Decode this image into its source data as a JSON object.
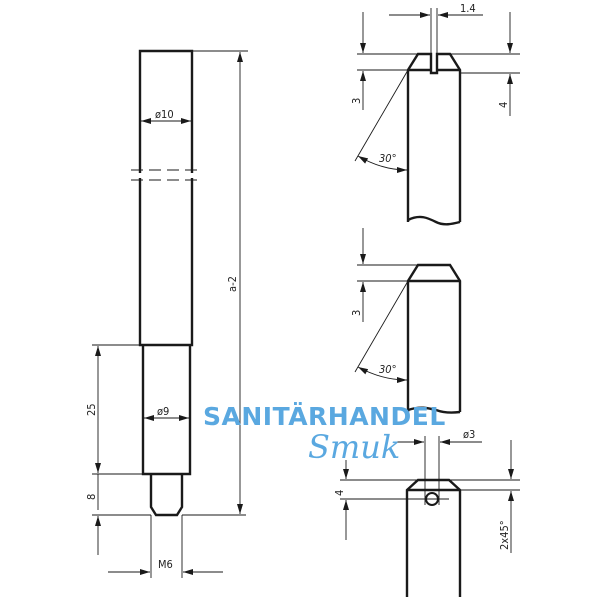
{
  "drawing": {
    "type": "technical-drawing",
    "subject": "pin with threaded end and tip variants",
    "main_view": {
      "dimensions": {
        "diameter_upper": "ø10",
        "diameter_lower": "ø9",
        "length_lower": "25",
        "thread_length": "8",
        "thread": "M6",
        "overall_length": "a-2"
      }
    },
    "detail_slot": {
      "slot_width": "1.4",
      "chamfer_height": "3",
      "slot_depth": "4",
      "angle": "30°"
    },
    "detail_chamfer": {
      "chamfer_height": "3",
      "angle": "30°"
    },
    "detail_hole": {
      "hole_diameter": "ø3",
      "hole_position": "4",
      "chamfer": "2x45°"
    }
  },
  "watermark": {
    "line1": "SANITÄRHANDEL",
    "line2": "Smuk",
    "color": "#5aa8e0"
  }
}
